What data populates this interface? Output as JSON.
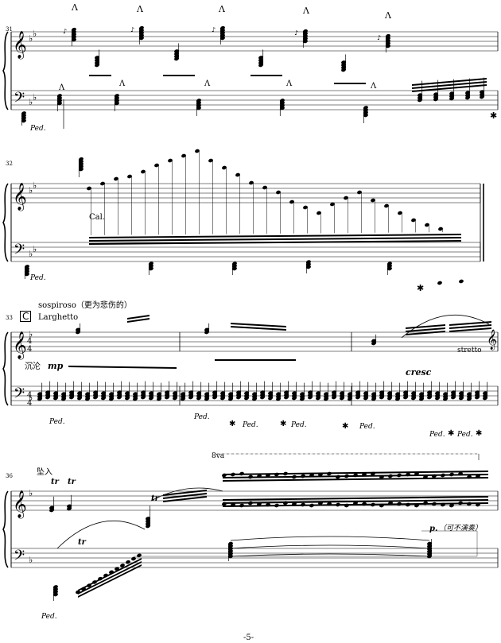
{
  "page_number": "-5-",
  "rehearsal_mark": "C",
  "measure_numbers": [
    "31",
    "32",
    "33",
    "36"
  ],
  "system2": {
    "direction": "Cal."
  },
  "system3": {
    "expression": "sospiroso（更为悲伤的）",
    "tempo": "Larghetto",
    "time_signature": "4/4",
    "chinese_direction": "沉沦",
    "dynamic_mp": "mp",
    "dynamic_cresc": "cresc",
    "stretto": "stretto"
  },
  "system4": {
    "direction": "坠入",
    "ottava": "8va",
    "trill": "tr",
    "dynamic_p": "p.",
    "optional_note": "（可不演奏）"
  },
  "pedal_mark": "Ped.",
  "pedal_release": "✱",
  "accent": "Λ"
}
